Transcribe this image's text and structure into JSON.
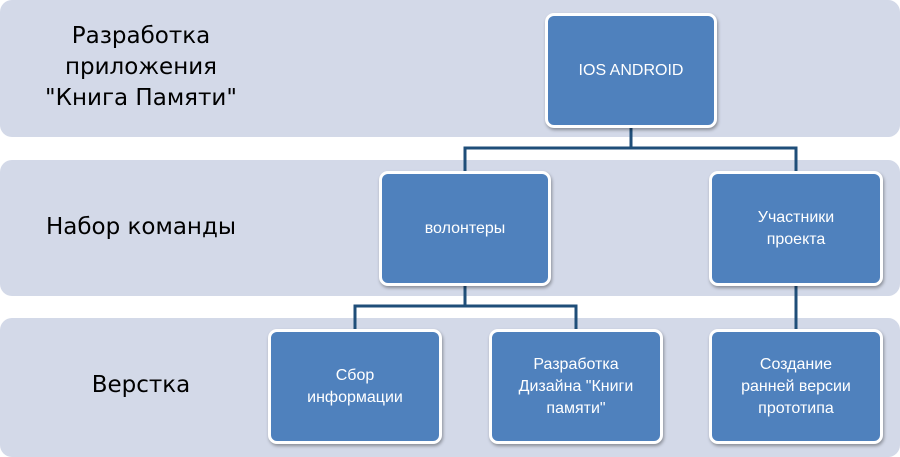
{
  "rows": [
    {
      "label": "Разработка\nприложения\n\"Книга Памяти\""
    },
    {
      "label": "Набор команды"
    },
    {
      "label": "Верстка"
    }
  ],
  "nodes": {
    "root": "IOS ANDROID",
    "volunteers": "волонтеры",
    "participants": "Участники\nпроекта",
    "info": "Сбор\nинформации",
    "design": "Разработка\nДизайна \"Книги\nпамяти\"",
    "prototype": "Создание\nранней версии\nпрототипа"
  },
  "colors": {
    "band": "#d3d9e8",
    "node_fill": "#4f81bd",
    "node_border": "#ffffff",
    "connector": "#1f4e79",
    "text_light": "#ffffff",
    "text_dark": "#000000"
  }
}
